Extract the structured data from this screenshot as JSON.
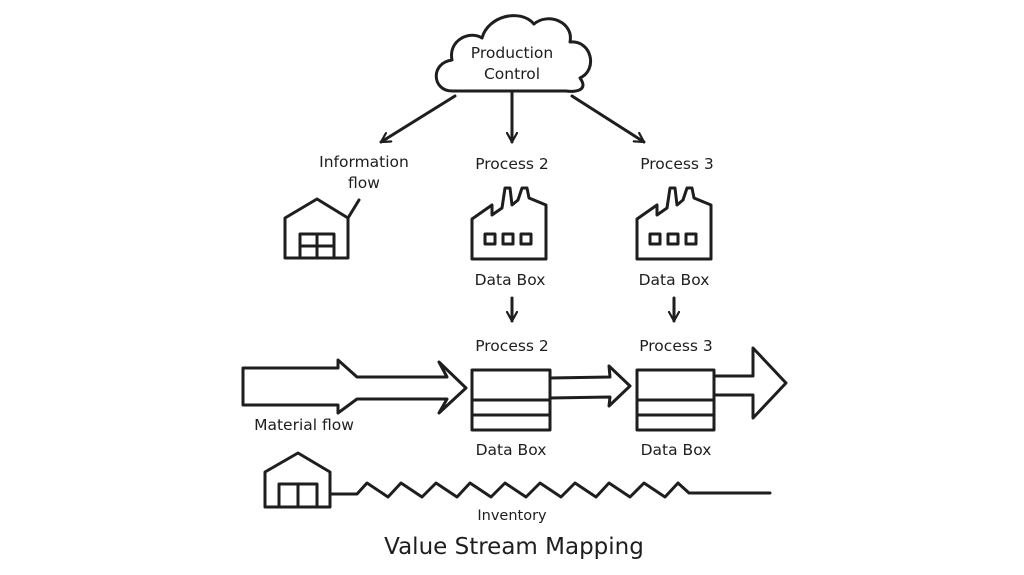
{
  "diagram": {
    "title": "Value Stream Mapping",
    "stroke_color": "#1e1e1e",
    "background": "#ffffff",
    "production_control": {
      "label_line1": "Production",
      "label_line2": "Control",
      "shape": "cloud"
    },
    "information_flow": {
      "label_line1": "Information",
      "label_line2": "flow",
      "icon": "warehouse-icon"
    },
    "top_processes": [
      {
        "label": "Process 2",
        "icon": "factory-icon",
        "sublabel": "Data Box"
      },
      {
        "label": "Process 3",
        "icon": "factory-icon",
        "sublabel": "Data Box"
      }
    ],
    "process_boxes": [
      {
        "label": "Process 2",
        "sublabel": "Data Box"
      },
      {
        "label": "Process 3",
        "sublabel": "Data Box"
      }
    ],
    "material_flow": {
      "label": "Material flow"
    },
    "inventory": {
      "label": "Inventory",
      "icon": "warehouse-icon"
    }
  }
}
